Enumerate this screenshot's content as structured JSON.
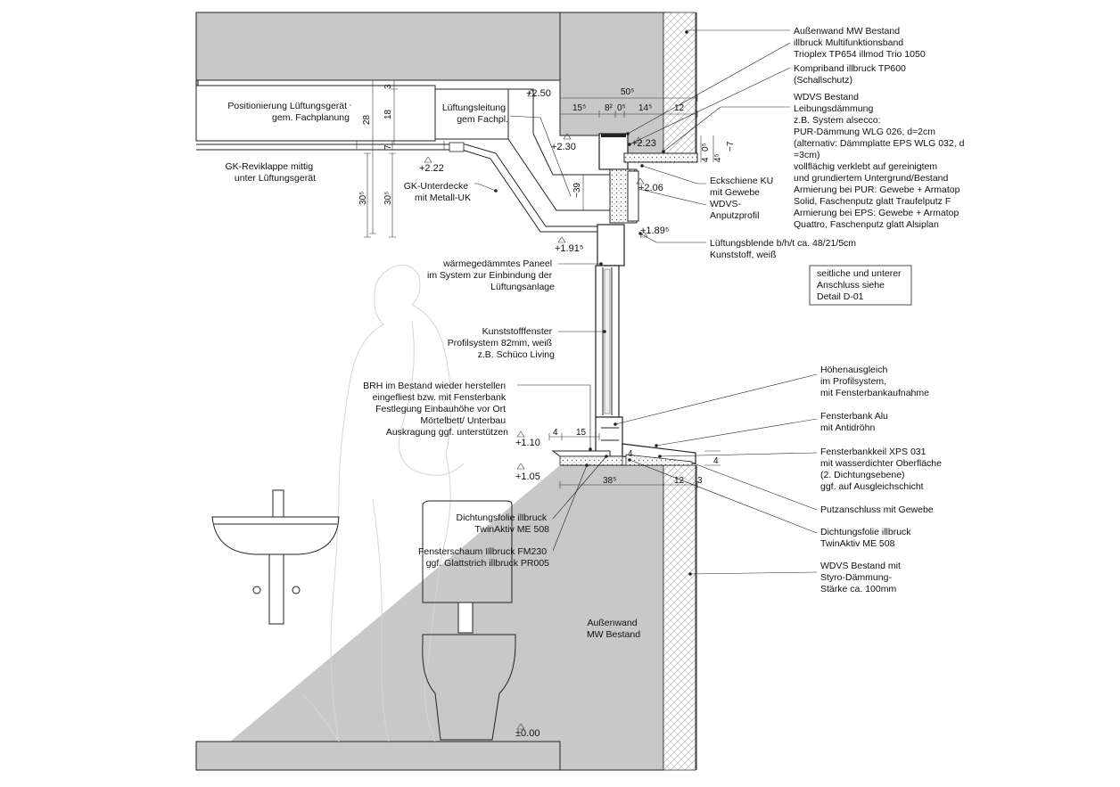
{
  "callouts_right": {
    "c1": [
      "Außenwand MW Bestand",
      "illbruck Multifunktionsband",
      "Trioplex TP654 illmod Trio 1050"
    ],
    "c2": [
      "Kompriband illbruck TP600",
      "(Schallschutz)"
    ],
    "c3": [
      "WDVS Bestand",
      "Leibungsdämmung",
      "z.B. System alsecco:",
      "PUR-Dämmung WLG 026, d=2cm",
      "(alternativ: Dämmplatte EPS WLG 032, d",
      "=3cm)",
      "vollflächig verklebt auf gereinigtem",
      "und grundiertem Untergrund/Bestand",
      "Armierung bei PUR: Gewebe + Armatop",
      "Solid, Faschenputz glatt Traufelputz F",
      "Armierung bei EPS: Gewebe + Armatop",
      "Quattro, Faschenputz glatt Alsiplan"
    ],
    "c4": [
      "Eckschiene KU",
      "mit Gewebe",
      "WDVS-",
      "Anputzprofil"
    ],
    "c5": [
      "Lüftungsblende b/h/t ca. 48/21/5cm",
      "Kunststoff, weiß"
    ],
    "c6": [
      "Höhenausgleich",
      "im Profilsystem,",
      "mit  Fensterbankaufnahme"
    ],
    "c7": [
      "Fensterbank Alu",
      "mit Antidröhn"
    ],
    "c8": [
      "Fensterbankkeil XPS 031",
      "mit wasserdichter Oberfläche",
      "(2. Dichtungsebene)",
      "ggf. auf Ausgleichschicht"
    ],
    "c9": [
      "Putzanschluss mit Gewebe"
    ],
    "c10": [
      "Dichtungsfolie illbruck",
      "TwinAktiv ME 508"
    ],
    "c11": [
      "WDVS Bestand mit",
      "Styro-Dämmung-",
      "Stärke ca. 100mm"
    ]
  },
  "note_box": [
    "seitliche und unterer",
    "Anschluss siehe",
    "Detail D-01"
  ],
  "callouts_left": {
    "positionierung": [
      "Positionierung Lüftungsgerät",
      "gem. Fachplanung"
    ],
    "lueftungsleitung": [
      "Lüftungsleitung",
      "gem Fachpl."
    ],
    "gk_revision": [
      "GK-Reviklappe mittig",
      "unter Lüftungsgerät"
    ],
    "gk_unterdecke": [
      "GK-Unterdecke",
      "mit Metall-UK"
    ],
    "paneel": [
      "wärmegedämmtes Paneel",
      "im System zur Einbindung der",
      "Lüftungsanlage"
    ],
    "fenster": [
      "Kunststofffenster",
      "Profilsystem 82mm, weiß",
      "z.B. Schüco Living"
    ],
    "brh": [
      "BRH im Bestand wieder herstellen",
      "eingefliest bzw. mit Fensterbank",
      "Festlegung Einbauhöhe vor Ort",
      "Mörtelbett/ Unterbau",
      "Auskragung ggf. unterstützen"
    ],
    "dichtungsfolie": [
      "Dichtungsfolie illbruck",
      "TwinAktiv ME 508"
    ],
    "fensterschaum": [
      "Fensterschaum Illbruck FM230",
      "ggf. Glattstrich illbruck PR005"
    ],
    "aussenwand": [
      "Außenwand",
      "MW Bestand"
    ]
  },
  "levels": {
    "l250": "+2.50",
    "l230": "+2.30",
    "l223": "+2.23",
    "l222": "+2.22",
    "l206": "+2.06",
    "l191": "+1.91⁵",
    "l189": "+1.89⁵",
    "l110": "+1.10",
    "l105": "+1.05",
    "l000": "±0.00"
  },
  "dimensions": {
    "d50": "50⁵",
    "d15": "15⁵",
    "d8": "8²",
    "d0a": "0⁵",
    "d14": "14⁵",
    "d12a": "12",
    "d3": "3",
    "d28": "28",
    "d18": "18",
    "d7": "7",
    "d30a": "30⁵",
    "d30b": "30⁵",
    "d39": "~39",
    "d4a": "4",
    "d05": "0⁵",
    "d45": "4⁵",
    "d7b": "~7",
    "d4b": "4",
    "d15b": "15",
    "d38": "38⁵",
    "d12b": "12",
    "d3b": "3",
    "d4c": "4",
    "d4d": "4"
  }
}
